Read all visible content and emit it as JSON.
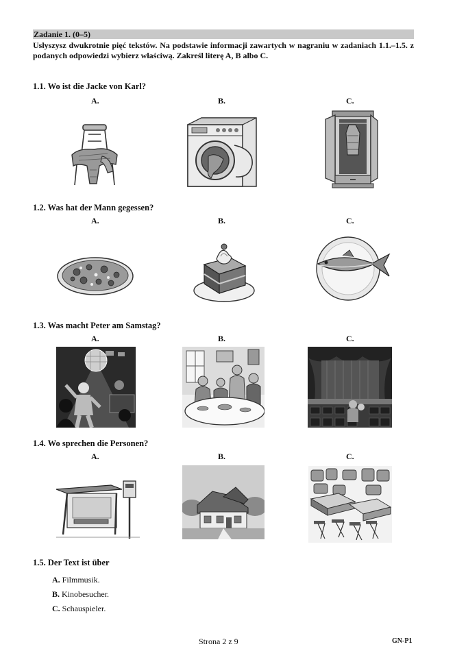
{
  "task": {
    "header": "Zadanie 1. (0–5)",
    "instructions": "Usłyszysz dwukrotnie pięć tekstów. Na podstawie informacji zawartych w nagraniu w zadaniach 1.1.–1.5. z podanych odpowiedzi wybierz właściwą. Zakreśl literę A, B albo C."
  },
  "letters": {
    "a": "A.",
    "b": "B.",
    "c": "C."
  },
  "questions": [
    {
      "number_title": "1.1. Wo ist die Jacke von Karl?",
      "images": [
        "chair-with-jacket",
        "washing-machine",
        "wardrobe"
      ]
    },
    {
      "number_title": "1.2. Was hat der Mann gegessen?",
      "images": [
        "pizza",
        "cake",
        "fish"
      ]
    },
    {
      "number_title": "1.3. Was macht Peter am Samstag?",
      "images": [
        "disco",
        "family-dinner",
        "theatre"
      ]
    },
    {
      "number_title": "1.4. Wo sprechen die Personen?",
      "images": [
        "bus-stop",
        "house",
        "furniture-store"
      ]
    },
    {
      "number_title": "1.5. Der Text ist über",
      "answers": [
        {
          "letter": "A.",
          "text": "Filmmusik."
        },
        {
          "letter": "B.",
          "text": "Kinobesucher."
        },
        {
          "letter": "C.",
          "text": "Schauspieler."
        }
      ]
    }
  ],
  "footer": {
    "page": "Strona 2 z 9",
    "code": "GN-P1"
  }
}
